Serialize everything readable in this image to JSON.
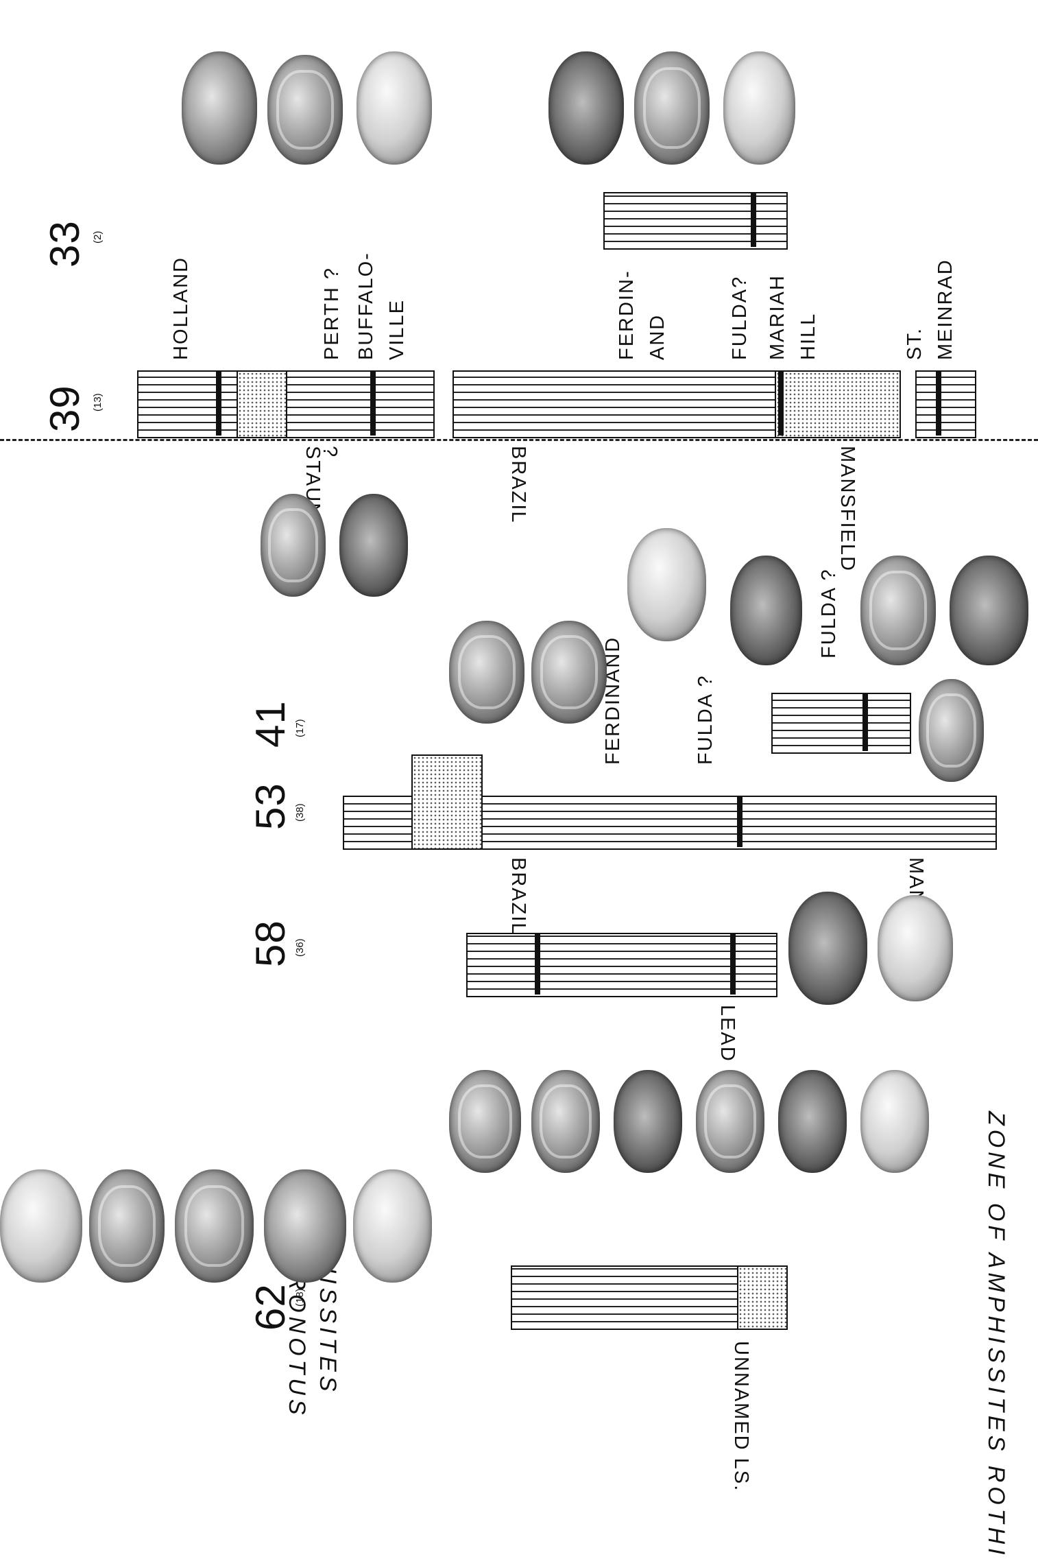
{
  "header": {
    "zone_left": "AMPHISSITES CENTRONOTUS",
    "zone_left_line1": "AMPHISSITES",
    "zone_left_line2": "CENTRONOTUS",
    "zone_right": "ZONE OF AMPHISSITES ROTHI"
  },
  "columns": [
    {
      "number": "62",
      "count": "(18)",
      "unit": "UNNAMED LS."
    },
    {
      "number": "58",
      "count": "(36)",
      "unit": "LEAD CREEK"
    },
    {
      "number": "53",
      "count": "(38)",
      "units": [
        "BRAZIL",
        "MANSFIELD"
      ],
      "labels": [
        "FERDINAND",
        "FULDA ?"
      ]
    },
    {
      "number": "41",
      "count": "(17)",
      "labels": [
        "FULDA ?"
      ]
    },
    {
      "number": "39",
      "count": "(13)",
      "units": [
        "STAUNTON",
        "?",
        "BRAZIL",
        "MANSFIELD"
      ],
      "labels": [
        "HOLLAND",
        "PERTH ?",
        "BUFFALO-",
        "VILLE",
        "FERDIN-",
        "AND",
        "FULDA?",
        "MARIAH",
        "HILL",
        "ST.",
        "MEINRAD"
      ]
    },
    {
      "number": "33",
      "count": "(2)"
    }
  ]
}
